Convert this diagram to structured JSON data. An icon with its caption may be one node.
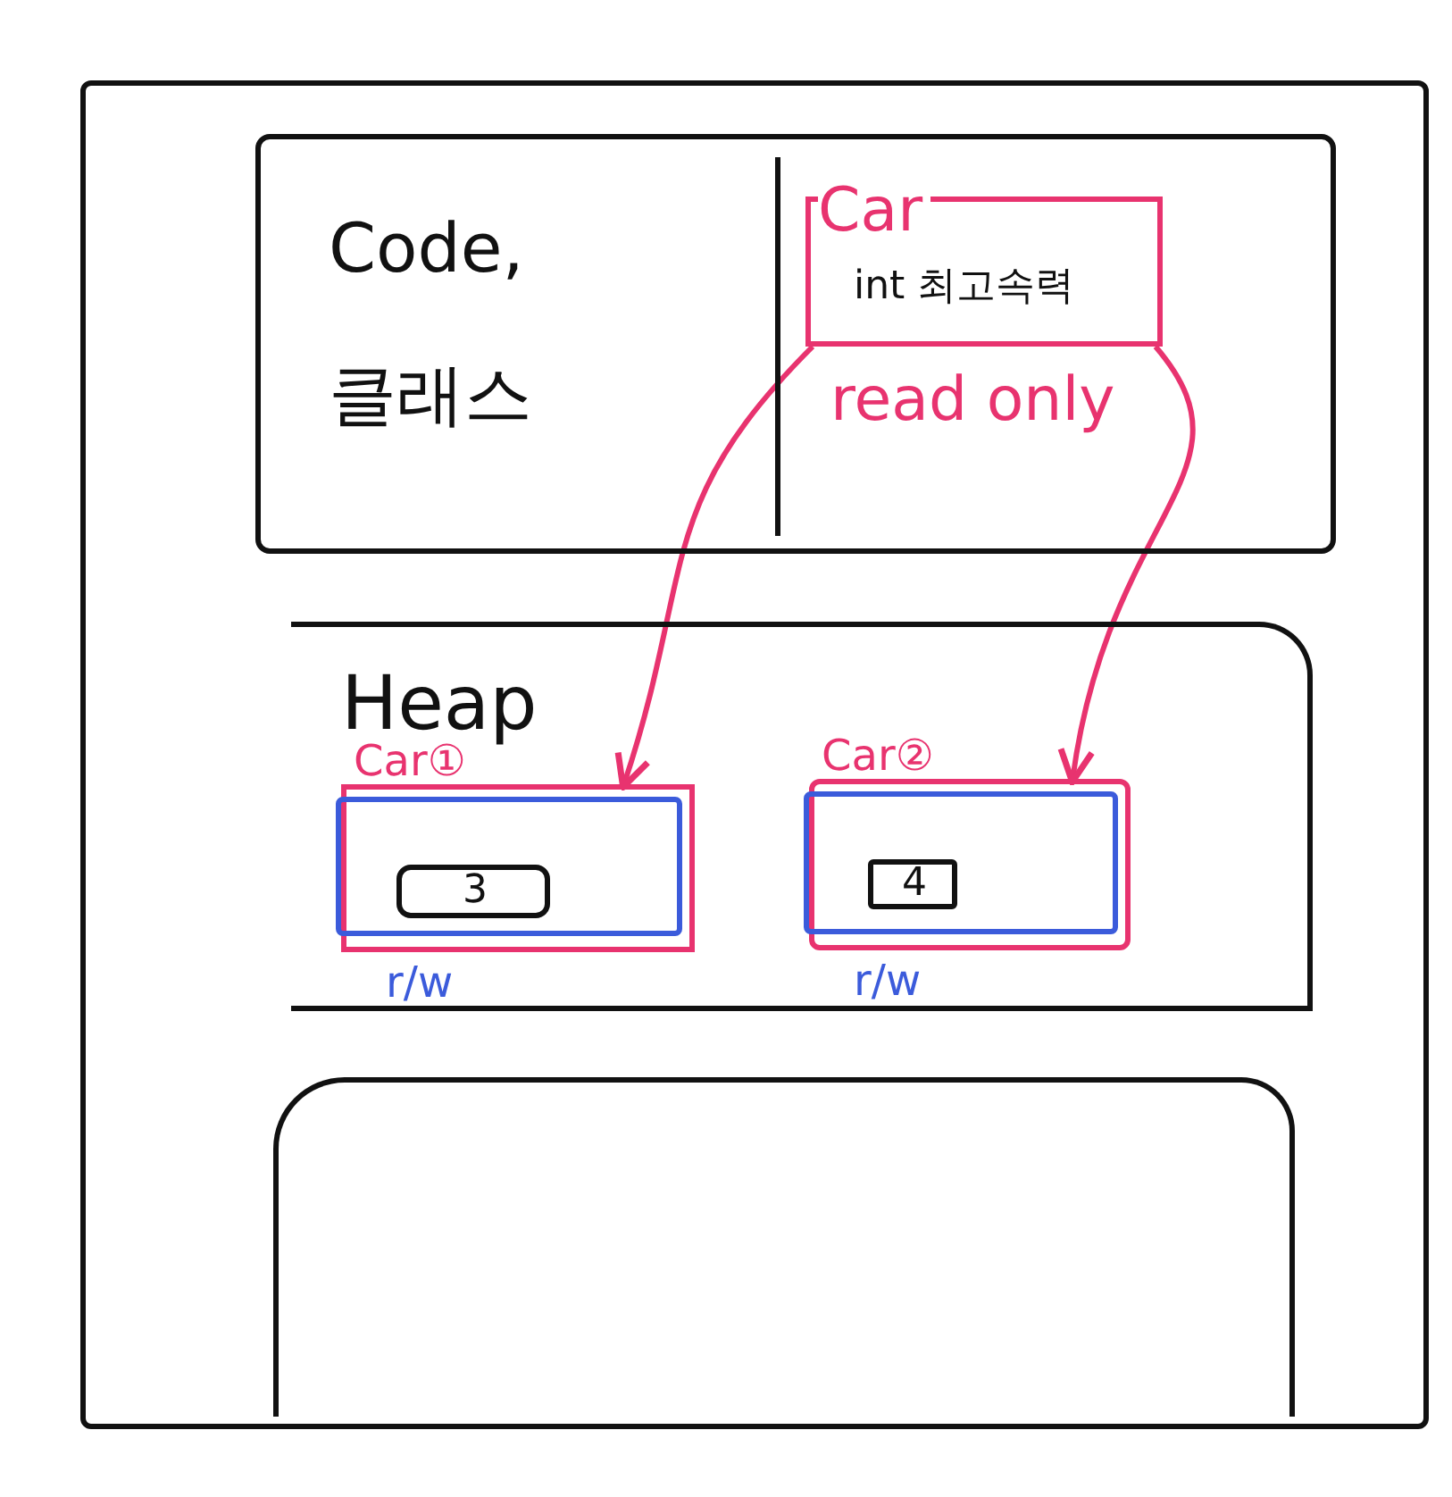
{
  "diagram": {
    "nodes": [
      {
        "text": [],
        "shape": "box"
      },
      {
        "text": [
          "Code, 클래스"
        ],
        "in": 0
      },
      {
        "text": [
          "read only"
        ],
        "in": 1
      },
      {
        "text": [
          "Car",
          "int 최고속력"
        ],
        "in": 2
      },
      {
        "text": [
          "Heap"
        ],
        "in": 0
      },
      {
        "text": [
          "Car①"
        ],
        "in": 4,
        "beside": [
          "r/w"
        ]
      },
      {
        "text": [
          "3"
        ],
        "in": 5
      },
      {
        "text": [
          "Car②"
        ],
        "in": 4,
        "beside": [
          "r/w"
        ]
      },
      {
        "text": [
          "4"
        ],
        "in": 7
      },
      {
        "text": [],
        "shape": "box",
        "in": 0
      }
    ],
    "edges": [
      {
        "from": 3,
        "to": 5,
        "arrow": "to"
      },
      {
        "from": 3,
        "to": 7,
        "arrow": "to"
      }
    ]
  }
}
